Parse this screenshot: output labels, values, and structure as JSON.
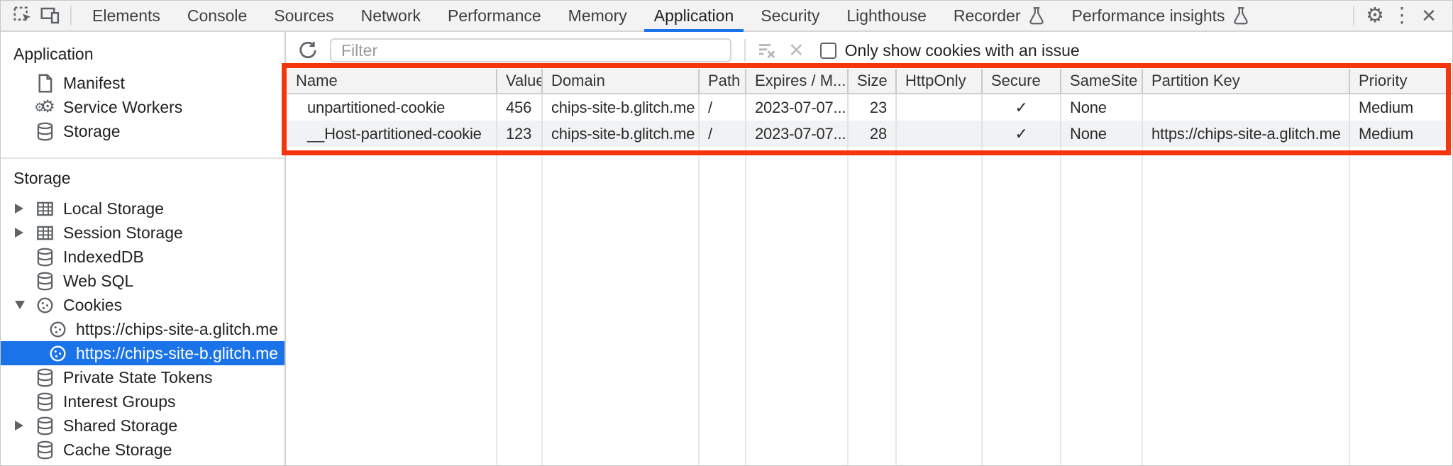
{
  "topbar": {
    "tabs": [
      "Elements",
      "Console",
      "Sources",
      "Network",
      "Performance",
      "Memory",
      "Application",
      "Security",
      "Lighthouse",
      "Recorder",
      "Performance insights"
    ],
    "active_tab": "Application"
  },
  "icons": {
    "gear": "⚙",
    "more": "⋮",
    "close": "✕"
  },
  "sidebar": {
    "application_section": {
      "title": "Application",
      "items": [
        {
          "label": "Manifest",
          "icon": "document-icon"
        },
        {
          "label": "Service Workers",
          "icon": "gears-icon"
        },
        {
          "label": "Storage",
          "icon": "database-icon"
        }
      ]
    },
    "storage_section": {
      "title": "Storage",
      "items": [
        {
          "label": "Local Storage",
          "icon": "table-icon",
          "expandable": true
        },
        {
          "label": "Session Storage",
          "icon": "table-icon",
          "expandable": true
        },
        {
          "label": "IndexedDB",
          "icon": "database-icon"
        },
        {
          "label": "Web SQL",
          "icon": "database-icon"
        },
        {
          "label": "Cookies",
          "icon": "cookie-icon",
          "expanded": true
        },
        {
          "label": "https://chips-site-a.glitch.me",
          "icon": "cookie-icon",
          "child": true
        },
        {
          "label": "https://chips-site-b.glitch.me",
          "icon": "cookie-icon",
          "child": true,
          "selected": true
        },
        {
          "label": "Private State Tokens",
          "icon": "database-icon"
        },
        {
          "label": "Interest Groups",
          "icon": "database-icon"
        },
        {
          "label": "Shared Storage",
          "icon": "database-icon",
          "expandable": true
        },
        {
          "label": "Cache Storage",
          "icon": "database-icon"
        }
      ]
    }
  },
  "toolbar": {
    "filter_placeholder": "Filter",
    "checkbox_label": "Only show cookies with an issue",
    "checkbox_checked": false
  },
  "cookies_table": {
    "columns": [
      "Name",
      "Value",
      "Domain",
      "Path",
      "Expires / M...",
      "Size",
      "HttpOnly",
      "Secure",
      "SameSite",
      "Partition Key",
      "Priority"
    ],
    "rows": [
      {
        "name": "unpartitioned-cookie",
        "value": "456",
        "domain": "chips-site-b.glitch.me",
        "path": "/",
        "expires": "2023-07-07...",
        "size": "23",
        "http_only": "",
        "secure": "✓",
        "same_site": "None",
        "partition_key": "",
        "priority": "Medium"
      },
      {
        "name": "__Host-partitioned-cookie",
        "value": "123",
        "domain": "chips-site-b.glitch.me",
        "path": "/",
        "expires": "2023-07-07...",
        "size": "28",
        "http_only": "",
        "secure": "✓",
        "same_site": "None",
        "partition_key": "https://chips-site-a.glitch.me",
        "priority": "Medium"
      }
    ]
  },
  "colors": {
    "accent_blue": "#1a73e8",
    "selection_bg": "#1a73e8",
    "annotation_red": "#f5360d",
    "toolbar_bg": "#f3f3f3"
  }
}
